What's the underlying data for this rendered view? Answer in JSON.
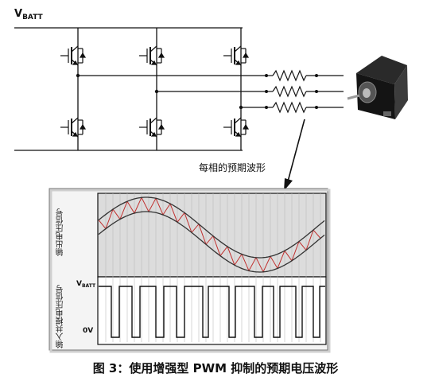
{
  "labels": {
    "vbatt_main": "V",
    "vbatt_main_sub": "BATT",
    "wave_label": "每相的预期波形",
    "output_axis": "输出电压信号",
    "input_axis": "输入共模电压信号",
    "vbatt_small": "V",
    "vbatt_small_sub": "BATT",
    "zero_v": "0V"
  },
  "caption": "图 3：使用增强型 PWM 抑制的预期电压波形",
  "colors": {
    "sine": "#333333",
    "triangle": "#c0302f",
    "scope_bg": "#dcdcdc",
    "panel_bg": "#f4f4f4",
    "line": "#111111"
  },
  "icons": [
    "igbt-switch-icon",
    "resistor-icon",
    "motor-icon",
    "arrow-icon"
  ]
}
